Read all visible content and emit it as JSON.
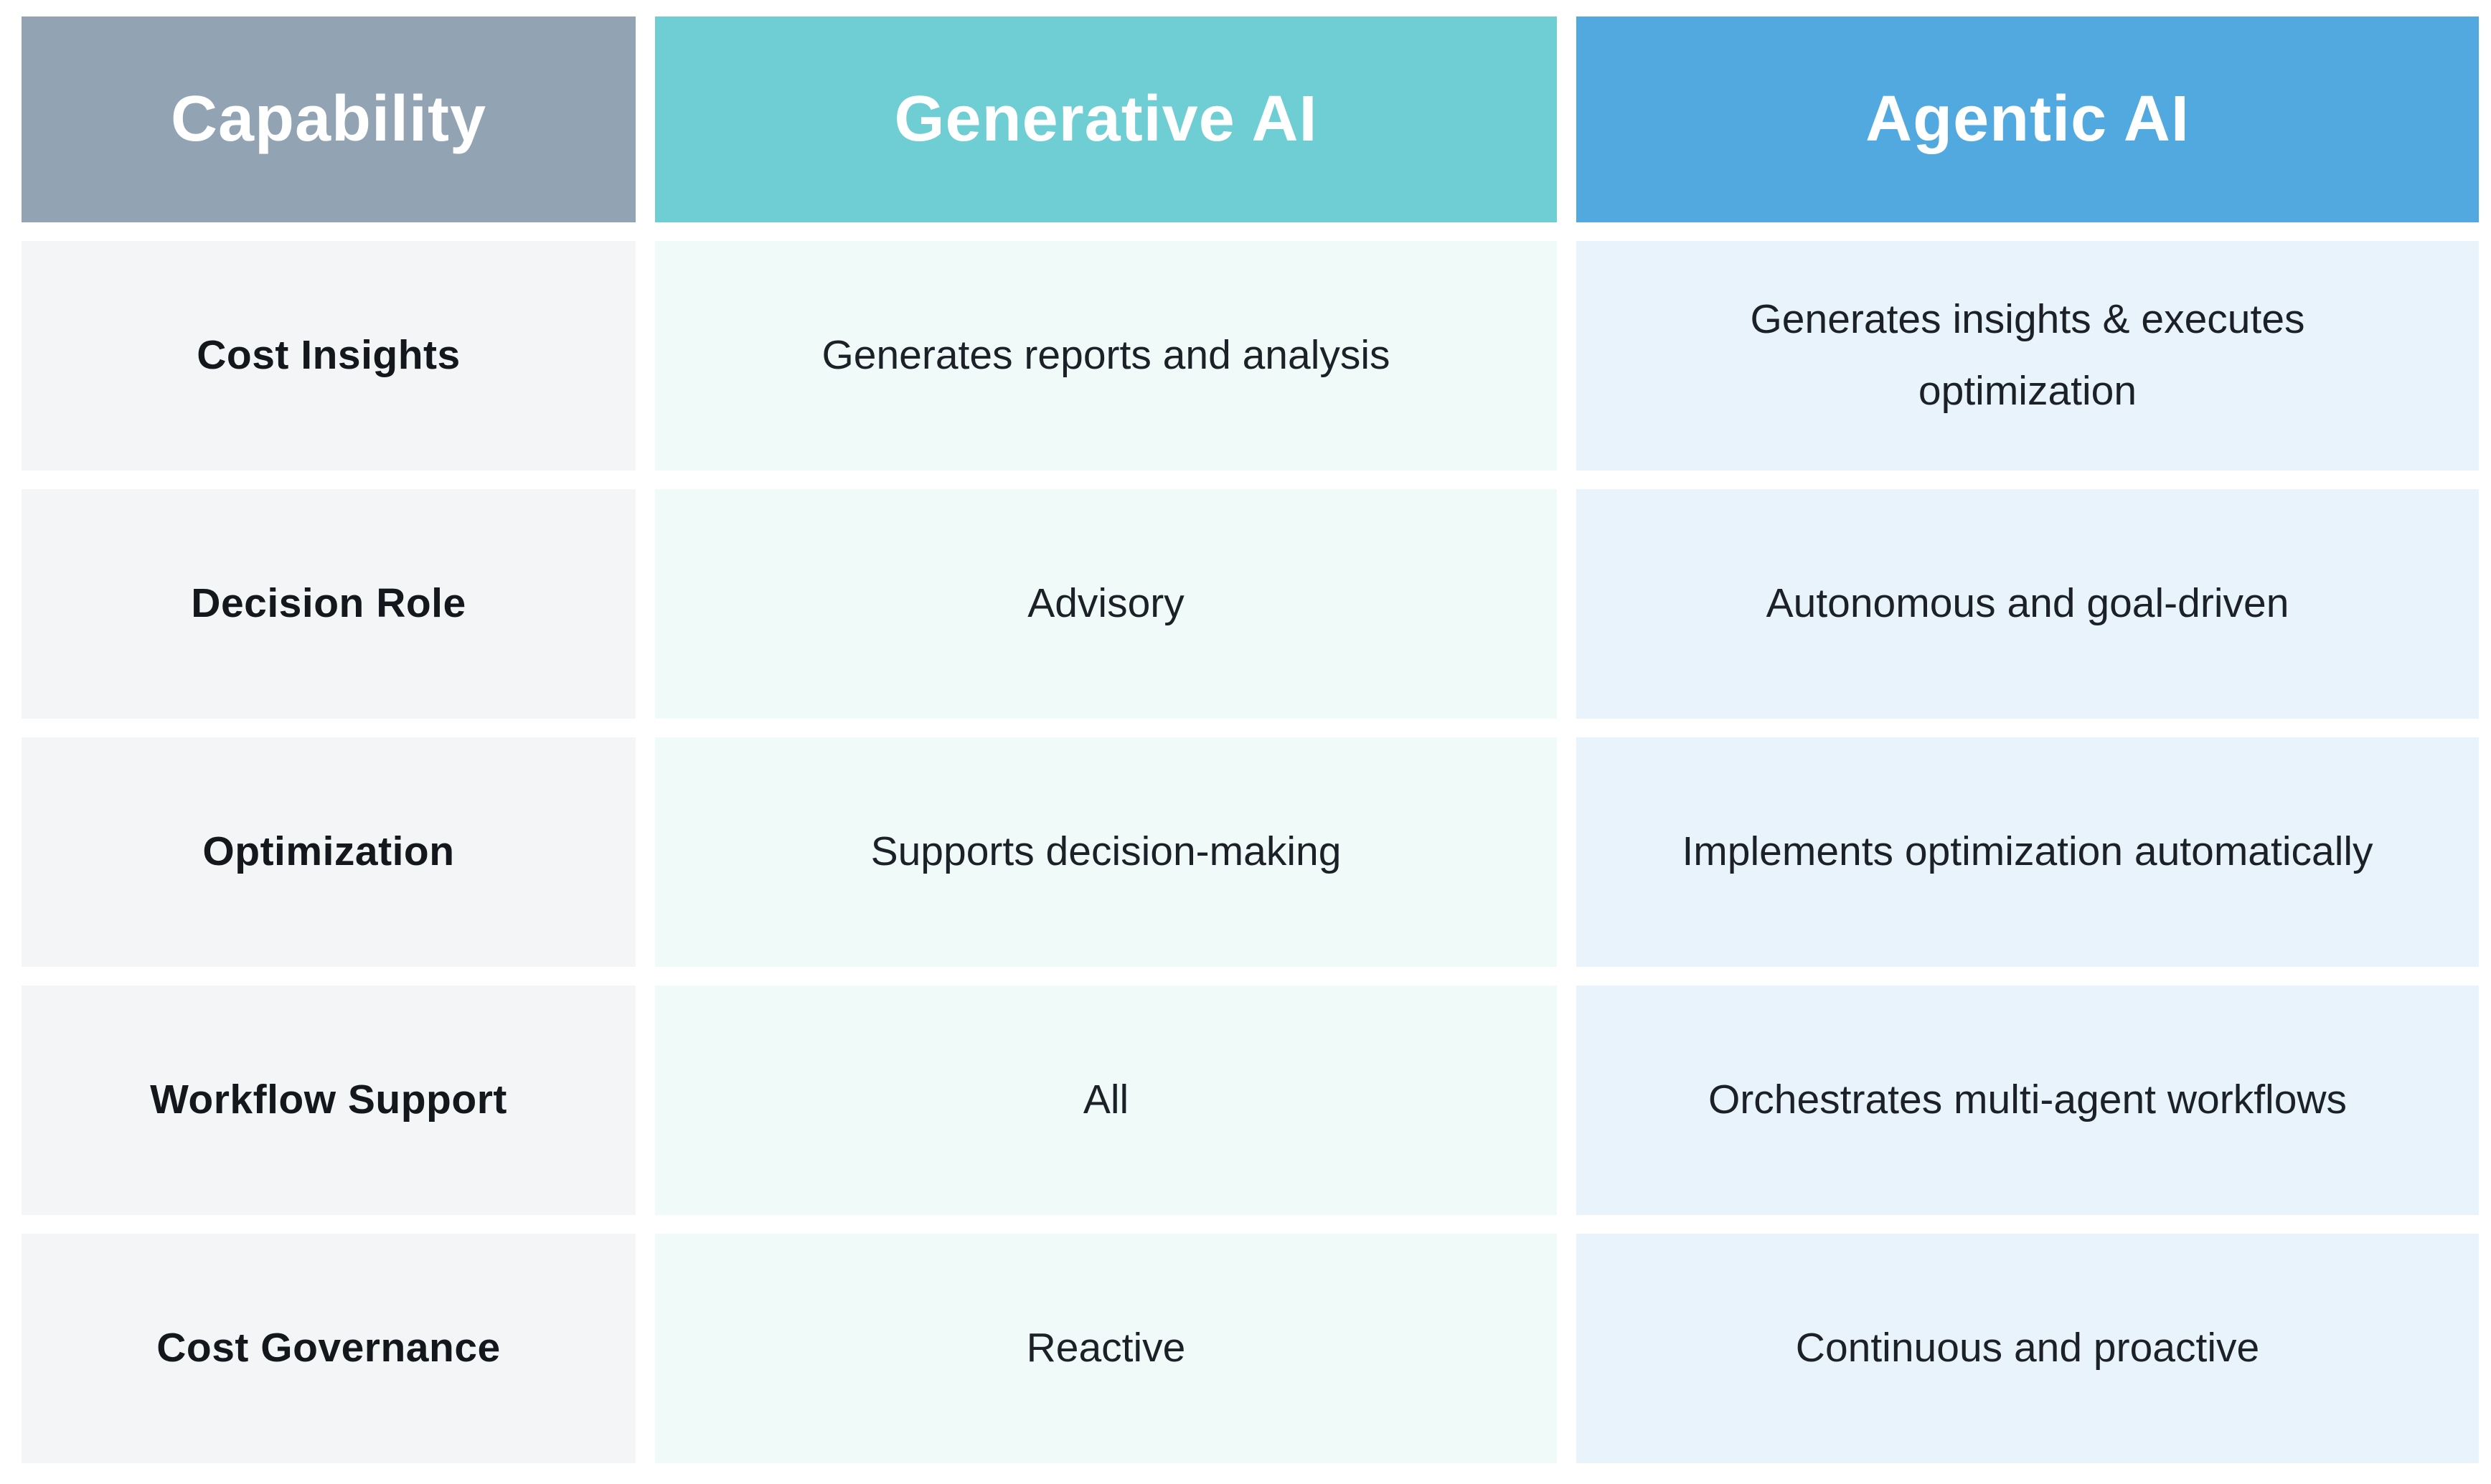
{
  "table": {
    "columns": [
      {
        "label": "Capability",
        "header_bg": "#92a3b4",
        "cell_bg": "#f4f5f7"
      },
      {
        "label": "Generative AI",
        "header_bg": "#6fcdd4",
        "cell_bg": "#f0faf9"
      },
      {
        "label": "Agentic AI",
        "header_bg": "#52a9e0",
        "cell_bg": "#e8f3fc"
      }
    ],
    "rows": [
      {
        "capability": "Cost Insights",
        "generative": "Generates reports and analysis",
        "agentic": "Generates insights & executes optimization"
      },
      {
        "capability": "Decision Role",
        "generative": "Advisory",
        "agentic": "Autonomous and goal-driven"
      },
      {
        "capability": "Optimization",
        "generative": "Supports decision-making",
        "agentic": "Implements optimization automatically"
      },
      {
        "capability": "Workflow Support",
        "generative": "All",
        "agentic": "Orchestrates multi-agent workflows"
      },
      {
        "capability": "Cost Governance",
        "generative": "Reactive",
        "agentic": "Continuous and proactive"
      }
    ],
    "colors": {
      "header_text": "#ffffff",
      "body_text": "#1c2127",
      "page_bg": "#ffffff"
    }
  },
  "chart_data": {
    "type": "table",
    "title": "",
    "columns": [
      "Capability",
      "Generative AI",
      "Agentic AI"
    ],
    "rows": [
      [
        "Cost Insights",
        "Generates reports and analysis",
        "Generates insights & executes optimization"
      ],
      [
        "Decision Role",
        "Advisory",
        "Autonomous and goal-driven"
      ],
      [
        "Optimization",
        "Supports decision-making",
        "Implements optimization automatically"
      ],
      [
        "Workflow Support",
        "All",
        "Orchestrates multi-agent workflows"
      ],
      [
        "Cost Governance",
        "Reactive",
        "Continuous and proactive"
      ]
    ],
    "legend_position": "none",
    "grid": false
  }
}
